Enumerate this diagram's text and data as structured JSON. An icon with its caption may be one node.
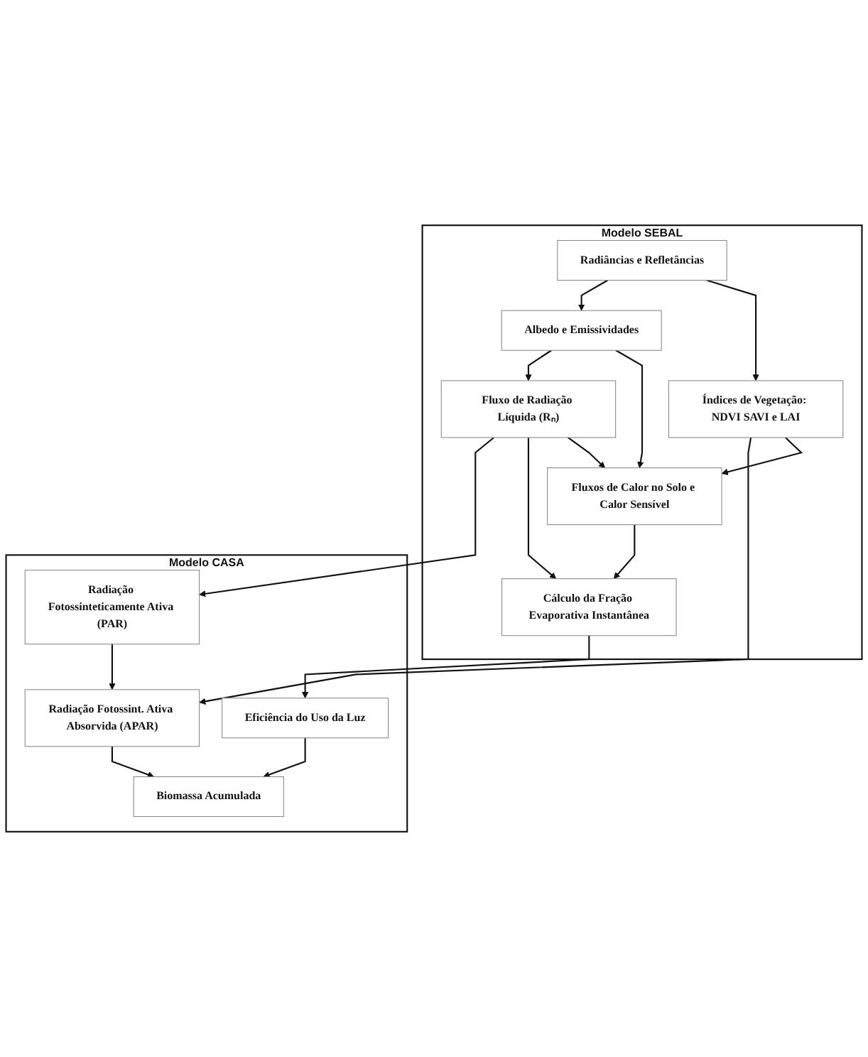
{
  "diagram": {
    "nodes": [
      {
        "text": [
          "Modelo SEBAL"
        ]
      },
      {
        "text": [
          "Radiâncias e Refletâncias"
        ],
        "in": 0
      },
      {
        "text": [
          "Índices de Vegetação: NDVI SAVI e LAI"
        ],
        "in": 0
      },
      {
        "text": [
          "Albedo e Emissividades"
        ],
        "in": 0
      },
      {
        "text": [
          "Fluxos de Calor no Solo e Calor Sensível"
        ],
        "in": 0
      },
      {
        "text": [
          "Fluxo de Radiação Líquida (Rₙ)"
        ],
        "in": 0
      },
      {
        "text": [
          "Cálculo da Fração Evaporativa Instantânea"
        ],
        "in": 0
      },
      {
        "text": [
          "Modelo CASA"
        ]
      },
      {
        "text": [
          "Radiação Fotossinteticamente Ativa (PAR)"
        ],
        "in": 7
      },
      {
        "text": [
          "Eficiência do Uso da Luz"
        ],
        "in": 7
      },
      {
        "text": [
          "Radiação Fotossint. Ativa Absorvida (APAR)"
        ],
        "in": 7
      },
      {
        "text": [
          "Biomassa Acumulada"
        ],
        "in": 7
      }
    ],
    "edges": [
      {
        "from": 1,
        "to": 2,
        "arrow": "to"
      },
      {
        "from": 1,
        "to": 3,
        "arrow": "to"
      },
      {
        "from": 2,
        "to": 4,
        "arrow": "to"
      },
      {
        "from": 3,
        "to": 4,
        "arrow": "to"
      },
      {
        "from": 3,
        "to": 5,
        "arrow": "to"
      },
      {
        "from": 5,
        "to": 4,
        "arrow": "to"
      },
      {
        "from": 4,
        "to": 6,
        "arrow": "to"
      },
      {
        "from": 5,
        "to": 6,
        "arrow": "to"
      },
      {
        "from": 5,
        "to": 8,
        "arrow": "to"
      },
      {
        "from": 6,
        "to": 9,
        "arrow": "to"
      },
      {
        "from": 8,
        "to": 10,
        "arrow": "to"
      },
      {
        "from": 2,
        "to": 10,
        "arrow": "to"
      },
      {
        "from": 9,
        "to": 11,
        "arrow": "to"
      },
      {
        "from": 10,
        "to": 11,
        "arrow": "to"
      }
    ]
  }
}
